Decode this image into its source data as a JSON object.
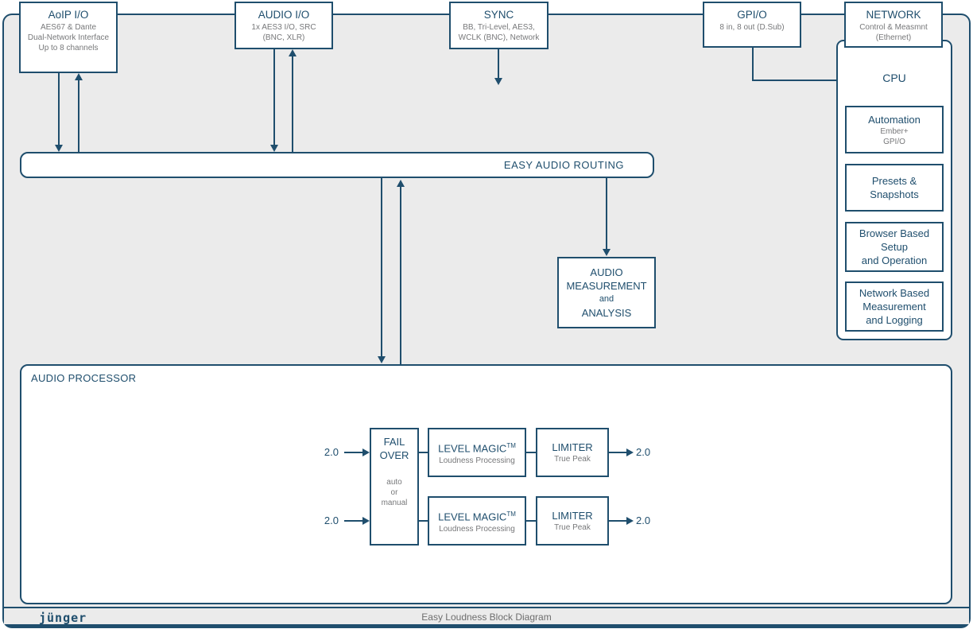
{
  "colors": {
    "navy": "#1f4e6d",
    "gray_text": "#77787a",
    "panel_bg": "#ebebeb"
  },
  "top_boxes": {
    "aoip": {
      "title": "AoIP I/O",
      "lines": [
        "AES67 & Dante",
        "Dual-Network Interface",
        "Up to 8 channels"
      ]
    },
    "audio_io": {
      "title": "AUDIO I/O",
      "lines": [
        "1x AES3 I/O, SRC",
        "(BNC, XLR)"
      ]
    },
    "sync": {
      "title": "SYNC",
      "lines": [
        "BB, Tri-Level, AES3,",
        "WCLK (BNC), Network"
      ]
    },
    "gpio": {
      "title": "GPI/O",
      "lines": [
        "8 in, 8 out (D.Sub)"
      ]
    },
    "network": {
      "title": "NETWORK",
      "lines": [
        "Control & Measmnt",
        "(Ethernet)"
      ]
    }
  },
  "routing_bar": {
    "label": "EASY AUDIO ROUTING"
  },
  "measurement_box": {
    "lines": [
      "AUDIO",
      "MEASUREMENT",
      "and",
      "ANALYSIS"
    ]
  },
  "cpu": {
    "title": "CPU",
    "automation": {
      "title": "Automation",
      "lines": [
        "Ember+",
        "GPI/O"
      ]
    },
    "presets": {
      "lines": [
        "Presets &",
        "Snapshots"
      ]
    },
    "browser": {
      "lines": [
        "Browser Based",
        "Setup",
        "and Operation"
      ]
    },
    "netmeas": {
      "lines": [
        "Network Based",
        "Measurement",
        "and Logging"
      ]
    }
  },
  "processor": {
    "label": "AUDIO PROCESSOR",
    "failover": {
      "line1": "FAIL",
      "line2": "OVER",
      "sub": [
        "auto",
        "or",
        "manual"
      ]
    },
    "level_magic": {
      "title": "LEVEL MAGIC",
      "tm": "TM",
      "sub": "Loudness Processing"
    },
    "limiter": {
      "title": "LIMITER",
      "sub": "True Peak"
    },
    "io_label": "2.0"
  },
  "footer": {
    "logo": "jünger",
    "caption": "Easy Loudness Block Diagram"
  }
}
